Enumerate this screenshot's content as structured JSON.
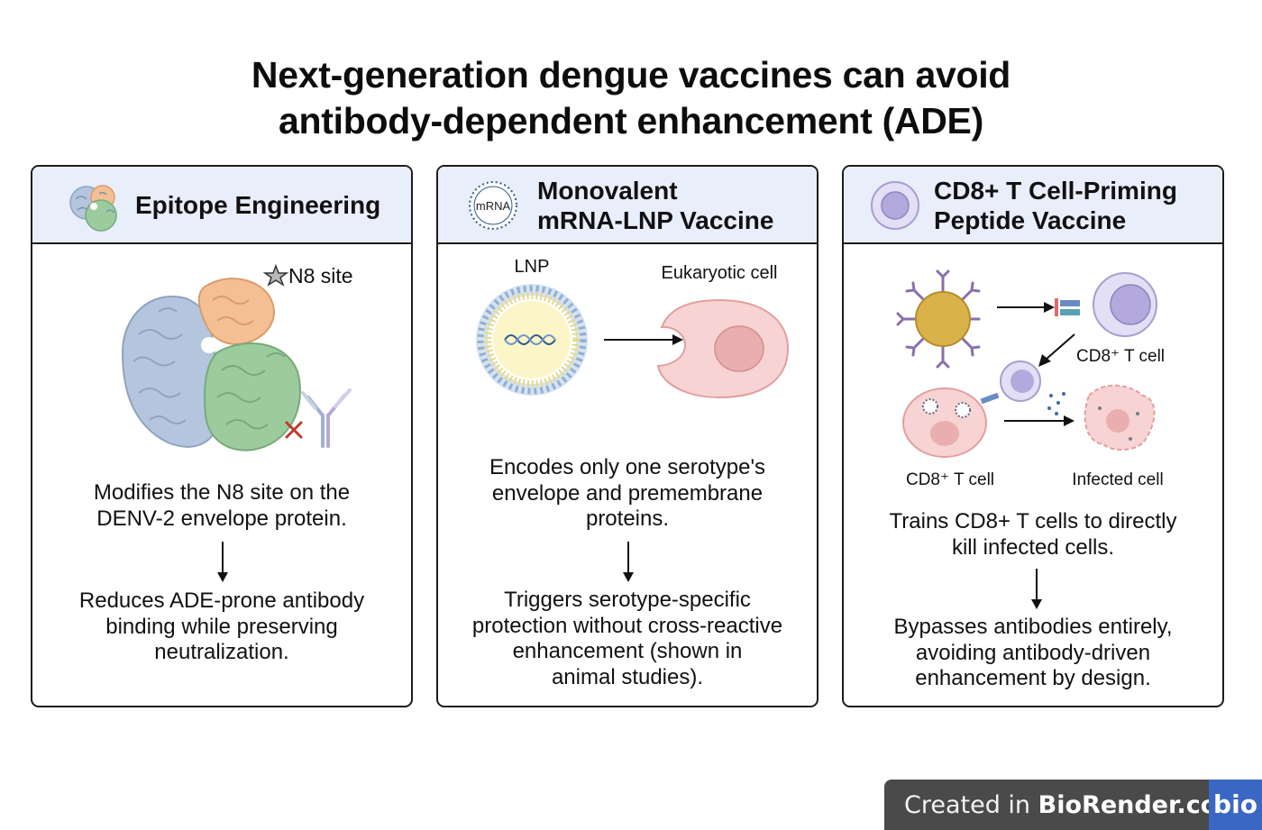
{
  "title": {
    "line1": "Next-generation dengue vaccines can avoid",
    "line2": "antibody-dependent enhancement (ADE)"
  },
  "panels": [
    {
      "header": "Epitope Engineering",
      "fig_labels": {
        "site": "N8 site"
      },
      "desc": [
        "Modifies the N8 site on the",
        "DENV-2 envelope protein."
      ],
      "outcome": [
        "Reduces ADE-prone antibody",
        "binding while preserving",
        "neutralization."
      ]
    },
    {
      "header_line1": "Monovalent",
      "header_line2": "mRNA-LNP Vaccine",
      "icon_text": "mRNA",
      "fig_labels": {
        "lnp": "LNP",
        "cell": "Eukaryotic cell"
      },
      "desc": [
        "Encodes only one serotype's",
        "envelope and premembrane",
        "proteins."
      ],
      "outcome": [
        "Triggers serotype-specific",
        "protection without cross-reactive",
        "enhancement (shown in",
        "animal studies)."
      ]
    },
    {
      "header_line1": "CD8+ T Cell-Priming",
      "header_line2": "Peptide Vaccine",
      "fig_labels": {
        "tcell_top": "CD8⁺ T cell",
        "tcell_bottom": "CD8⁺ T cell",
        "infected": "Infected cell"
      },
      "desc": [
        "Trains CD8+ T cells to directly",
        "kill infected cells."
      ],
      "outcome": [
        "Bypasses antibodies entirely,",
        "avoiding antibody-driven",
        "enhancement by design."
      ]
    }
  ],
  "badge": {
    "prefix": "Created in ",
    "brand": "BioRender.com",
    "logo": "bio"
  },
  "colors": {
    "header_bg": "#e9eefb",
    "protein_blue": "#b4c6de",
    "protein_green": "#9ccc9e",
    "protein_orange": "#f5bf94",
    "cell_pink": "#f7d3d3",
    "lnp_yellow": "#fbf5c8",
    "tcell_purple": "#c9c3e6",
    "apc_gold": "#d9b24a",
    "badge_bg": "#4a4a4a",
    "badge_logo": "#3b67c4"
  }
}
